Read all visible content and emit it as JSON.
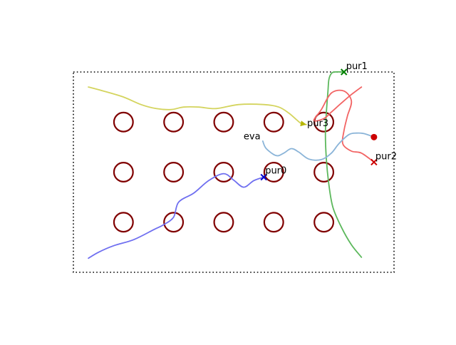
{
  "chart_data": {
    "type": "scatter",
    "title": "",
    "xlabel": "",
    "ylabel": "",
    "axes_visible": false,
    "arena": {
      "xlim": [
        -0.5,
        5.9
      ],
      "ylim": [
        -1.0,
        3.0
      ],
      "border_style": "dotted",
      "border_color": "#000000"
    },
    "obstacles": {
      "shape": "circle",
      "radius": 0.19,
      "edge_color": "#800000",
      "centers": [
        [
          0.5,
          2.0
        ],
        [
          1.5,
          2.0
        ],
        [
          2.5,
          2.0
        ],
        [
          3.5,
          2.0
        ],
        [
          4.5,
          2.0
        ],
        [
          0.5,
          1.0
        ],
        [
          1.5,
          1.0
        ],
        [
          2.5,
          1.0
        ],
        [
          3.5,
          1.0
        ],
        [
          4.5,
          1.0
        ],
        [
          0.5,
          0.0
        ],
        [
          1.5,
          0.0
        ],
        [
          2.5,
          0.0
        ],
        [
          3.5,
          0.0
        ],
        [
          4.5,
          0.0
        ]
      ]
    },
    "series": [
      {
        "name": "pur0",
        "color": "#6f6ff0",
        "end_marker": "x",
        "end_marker_color": "#0000cc",
        "x": [
          -0.2,
          0.0,
          0.3,
          0.7,
          1.1,
          1.3,
          1.5,
          1.6,
          1.9,
          2.2,
          2.5,
          2.7,
          2.9,
          3.1,
          3.3
        ],
        "y": [
          -0.72,
          -0.6,
          -0.47,
          -0.35,
          -0.15,
          -0.05,
          0.1,
          0.4,
          0.58,
          0.83,
          0.97,
          0.84,
          0.7,
          0.83,
          0.9
        ]
      },
      {
        "name": "pur1",
        "color": "#5cb85c",
        "end_marker": "x",
        "end_marker_color": "#008000",
        "x": [
          5.25,
          5.05,
          4.85,
          4.68,
          4.6,
          4.55,
          4.53,
          4.55,
          4.58,
          4.6,
          4.65,
          4.72,
          4.9
        ],
        "y": [
          -0.7,
          -0.45,
          -0.1,
          0.3,
          0.75,
          1.25,
          1.75,
          2.2,
          2.6,
          2.85,
          2.97,
          3.0,
          3.0
        ]
      },
      {
        "name": "pur2",
        "color": "#f26464",
        "end_marker": "x",
        "end_marker_color": "#cc0000",
        "x": [
          5.25,
          5.05,
          4.85,
          4.65,
          4.5,
          4.3,
          4.45,
          4.65,
          4.9,
          5.05,
          4.97,
          4.9,
          4.88,
          5.05,
          5.25,
          5.5
        ],
        "y": [
          2.7,
          2.55,
          2.38,
          2.2,
          2.07,
          2.03,
          2.25,
          2.58,
          2.62,
          2.42,
          2.12,
          1.82,
          1.56,
          1.42,
          1.38,
          1.2
        ]
      },
      {
        "name": "pur3",
        "color": "#d4d45e",
        "end_marker": "arrow",
        "end_marker_color": "#b5b500",
        "x": [
          -0.2,
          0.1,
          0.5,
          0.85,
          1.15,
          1.45,
          1.7,
          2.0,
          2.35,
          2.8,
          3.3,
          3.6,
          3.8,
          3.95,
          4.05,
          4.15
        ],
        "y": [
          2.7,
          2.62,
          2.5,
          2.35,
          2.27,
          2.25,
          2.3,
          2.3,
          2.27,
          2.35,
          2.35,
          2.3,
          2.18,
          2.05,
          1.97,
          1.95
        ]
      },
      {
        "name": "eva",
        "color": "#8ab4d8",
        "end_marker": "dot",
        "end_marker_color": "#cc0000",
        "x": [
          3.28,
          3.35,
          3.55,
          3.7,
          3.85,
          4.0,
          4.2,
          4.45,
          4.65,
          4.8,
          5.0,
          5.15,
          5.3,
          5.5
        ],
        "y": [
          1.62,
          1.47,
          1.33,
          1.38,
          1.47,
          1.4,
          1.26,
          1.25,
          1.38,
          1.57,
          1.75,
          1.78,
          1.77,
          1.7
        ]
      }
    ],
    "labels": [
      "pur0",
      "pur1",
      "pur2",
      "pur3",
      "eva"
    ]
  }
}
